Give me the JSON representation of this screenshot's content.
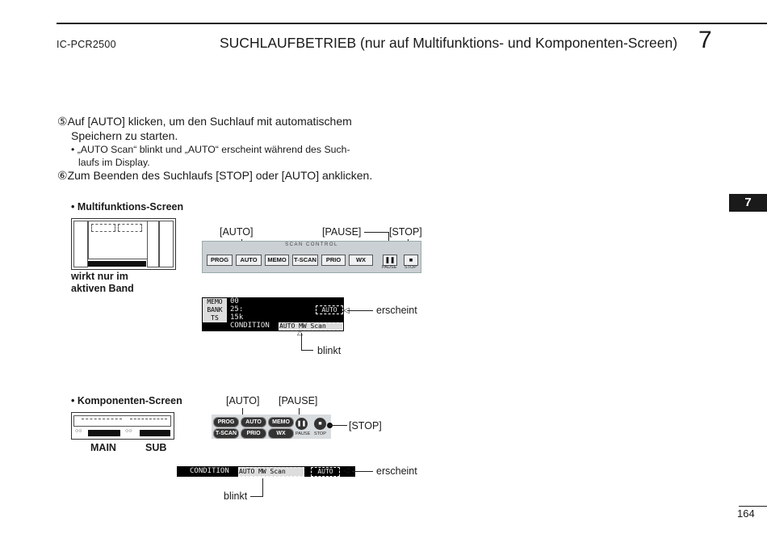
{
  "header": {
    "model": "IC-PCR2500",
    "title": "SUCHLAUFBETRIEB (nur auf Multifunktions- und Komponenten-Screen)",
    "chapter": "7"
  },
  "instructions": {
    "step5_num": "⑤",
    "step5_line1": "Auf [AUTO] klicken, um den Suchlauf mit automatischem",
    "step5_line2": "Speichern zu starten.",
    "bullet_line1": "• „AUTO Scan“ blinkt und „AUTO“ erscheint während des Such-",
    "bullet_line2": "laufs im Display.",
    "step6_num": "⑥",
    "step6_text": "Zum Beenden des Suchlaufs [STOP] oder [AUTO] anklicken."
  },
  "multifunction": {
    "heading": "• Multifunktions-Screen",
    "note_line1": "wirkt nur im",
    "note_line2": "aktiven Band",
    "label_auto": "[AUTO]",
    "label_pause": "[PAUSE]",
    "label_stop": "[STOP]",
    "scan_control": {
      "title": "SCAN CONTROL",
      "buttons": [
        "PROG",
        "AUTO",
        "MEMO",
        "T-SCAN",
        "PRIO",
        "WX"
      ],
      "pause_caption": "PAUSE",
      "stop_caption": "STOP"
    },
    "display": {
      "memo_tag": "MEMO",
      "memo_val": "00",
      "bank_tag": "BANK",
      "bank_val": "25:",
      "ts_tag": "TS",
      "ts_val": "15k",
      "condition": "CONDITION",
      "auto_scan": "AUTO MW Scan",
      "auto": "AUTO"
    },
    "label_erscheint": "erscheint",
    "label_blinkt": "blinkt"
  },
  "component": {
    "heading": "• Komponenten-Screen",
    "main": "MAIN",
    "sub": "SUB",
    "label_auto": "[AUTO]",
    "label_pause": "[PAUSE]",
    "label_stop": "[STOP]",
    "buttons": {
      "prog": "PROG",
      "auto": "AUTO",
      "memo": "MEMO",
      "tscan": "T-SCAN",
      "prio": "PRIO",
      "wx": "WX",
      "pause": "PAUSE",
      "stop": "STOP"
    },
    "condition": "CONDITION",
    "auto_scan": "AUTO MW Scan",
    "auto": "AUTO",
    "label_erscheint": "erscheint",
    "label_blinkt": "blinkt"
  },
  "side_tab": "7",
  "page_number": "164"
}
